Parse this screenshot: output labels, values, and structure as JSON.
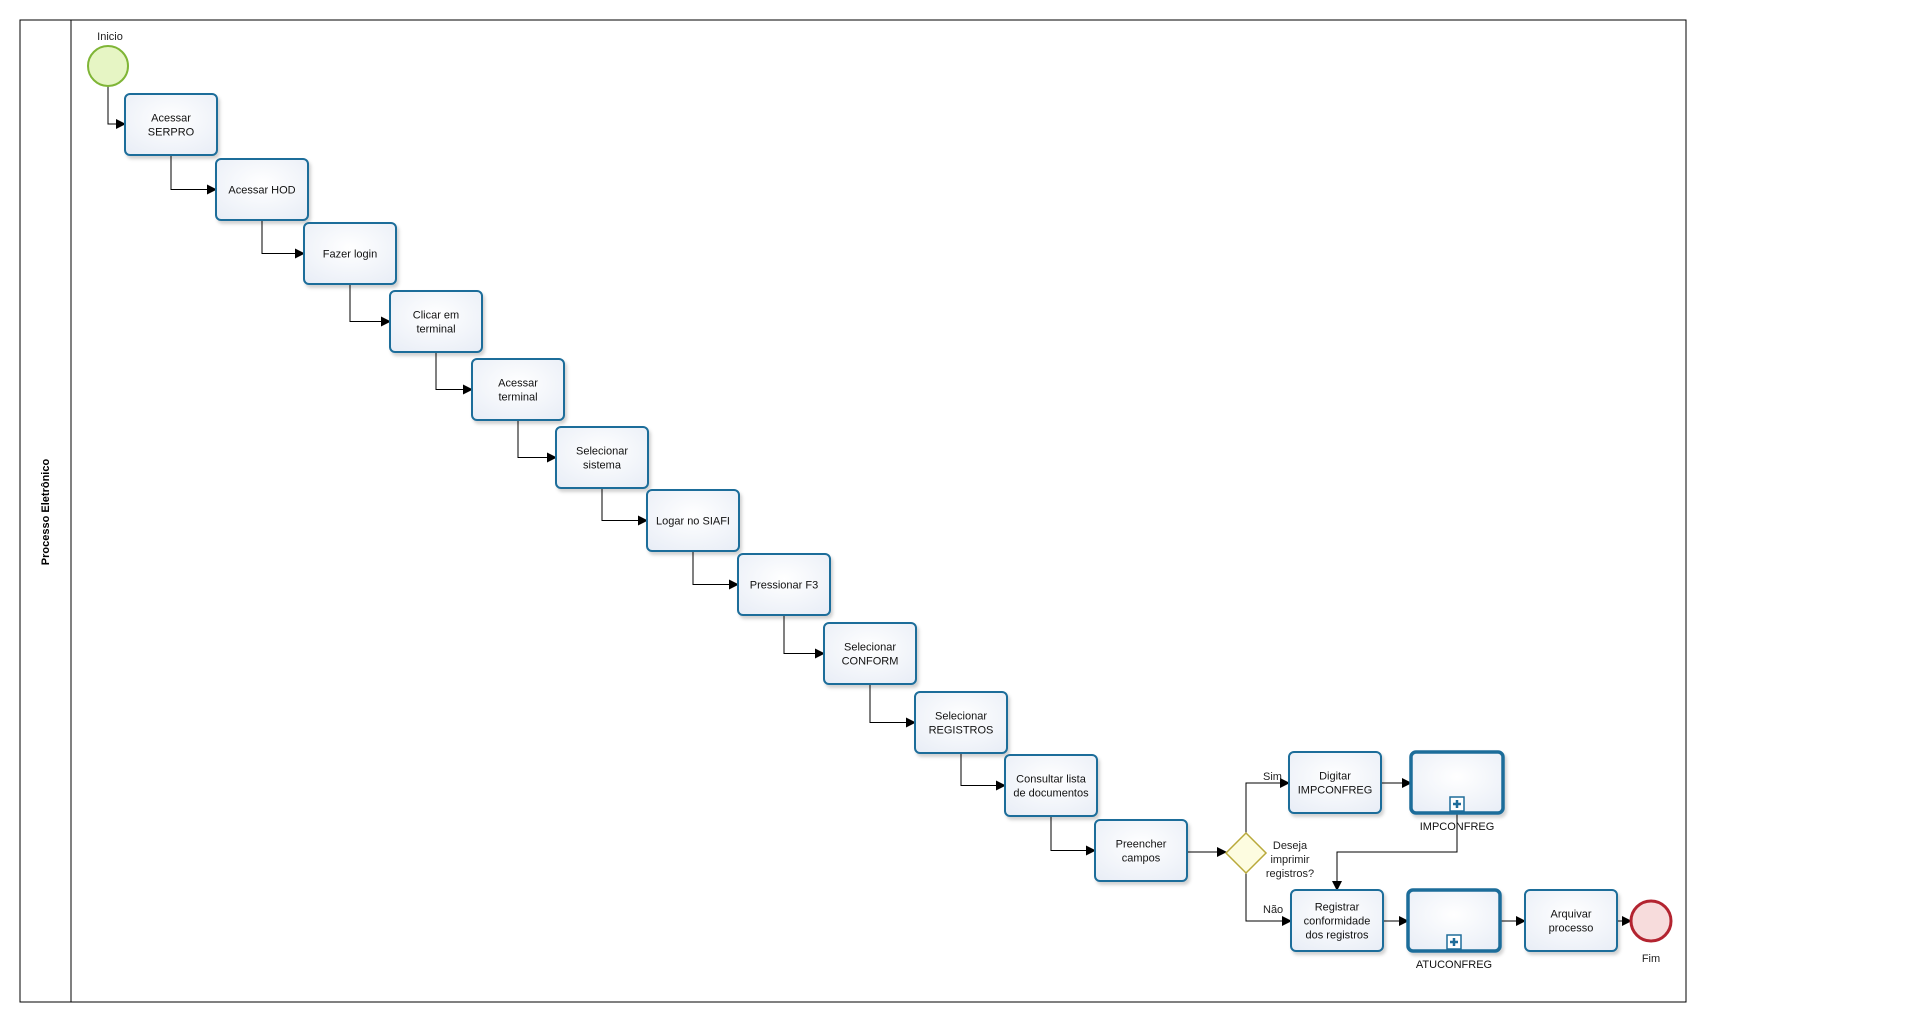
{
  "pool": {
    "label": "Processo Eletrônico"
  },
  "events": {
    "start": {
      "label": "Inicio"
    },
    "end": {
      "label": "Fim"
    }
  },
  "tasks": [
    {
      "id": "t1",
      "lines": [
        "Acessar",
        "SERPRO"
      ]
    },
    {
      "id": "t2",
      "lines": [
        "Acessar HOD"
      ]
    },
    {
      "id": "t3",
      "lines": [
        "Fazer login"
      ]
    },
    {
      "id": "t4",
      "lines": [
        "Clicar em",
        "terminal"
      ]
    },
    {
      "id": "t5",
      "lines": [
        "Acessar",
        "terminal"
      ]
    },
    {
      "id": "t6",
      "lines": [
        "Selecionar",
        "sistema"
      ]
    },
    {
      "id": "t7",
      "lines": [
        "Logar no SIAFI"
      ]
    },
    {
      "id": "t8",
      "lines": [
        "Pressionar F3"
      ]
    },
    {
      "id": "t9",
      "lines": [
        "Selecionar",
        "CONFORM"
      ]
    },
    {
      "id": "t10",
      "lines": [
        "Selecionar",
        "REGISTROS"
      ]
    },
    {
      "id": "t11",
      "lines": [
        "Consultar lista",
        "de documentos"
      ]
    },
    {
      "id": "t12",
      "lines": [
        "Preencher",
        "campos"
      ]
    },
    {
      "id": "t13",
      "lines": [
        "Digitar",
        "IMPCONFREG"
      ]
    },
    {
      "id": "t14",
      "lines": [
        "Registrar",
        "conformidade",
        "dos registros"
      ]
    },
    {
      "id": "t15",
      "lines": [
        "Arquivar",
        "processo"
      ]
    }
  ],
  "subprocesses": [
    {
      "id": "sp1",
      "label": "IMPCONFREG"
    },
    {
      "id": "sp2",
      "label": "ATUCONFREG"
    }
  ],
  "gateway": {
    "question_lines": [
      "Deseja",
      "imprimir",
      "registros?"
    ],
    "yes_label": "Sim",
    "no_label": "Não"
  },
  "colors": {
    "task_stroke": "#1f6d9a",
    "task_fill": "#f4f6fb",
    "start_stroke": "#7fb536",
    "start_fill": "#e6f5c4",
    "end_stroke": "#b32430",
    "end_fill": "#f7dcdc",
    "gateway_stroke": "#b9a93a",
    "gateway_fill": "#fdfce0",
    "line": "#000000"
  }
}
